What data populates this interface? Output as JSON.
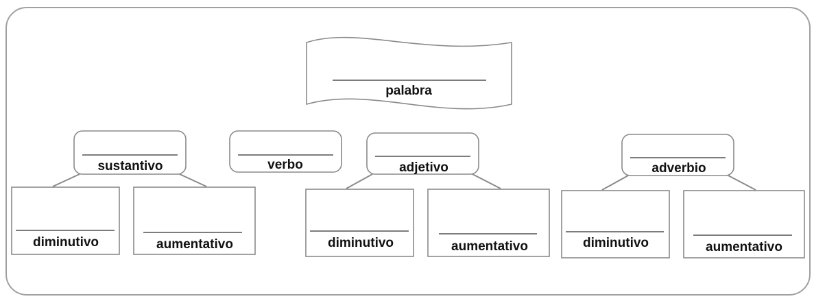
{
  "diagram": {
    "root": {
      "label": "palabra"
    },
    "categories": [
      {
        "label": "sustantivo",
        "children": [
          {
            "label": "diminutivo"
          },
          {
            "label": "aumentativo"
          }
        ]
      },
      {
        "label": "verbo",
        "children": []
      },
      {
        "label": "adjetivo",
        "children": [
          {
            "label": "diminutivo"
          },
          {
            "label": "aumentativo"
          }
        ]
      },
      {
        "label": "adverbio",
        "children": [
          {
            "label": "diminutivo"
          },
          {
            "label": "aumentativo"
          }
        ]
      }
    ]
  },
  "colors": {
    "border": "#8a8a8a",
    "text": "#111111",
    "frame": "#a0a0a0",
    "background": "#ffffff"
  }
}
